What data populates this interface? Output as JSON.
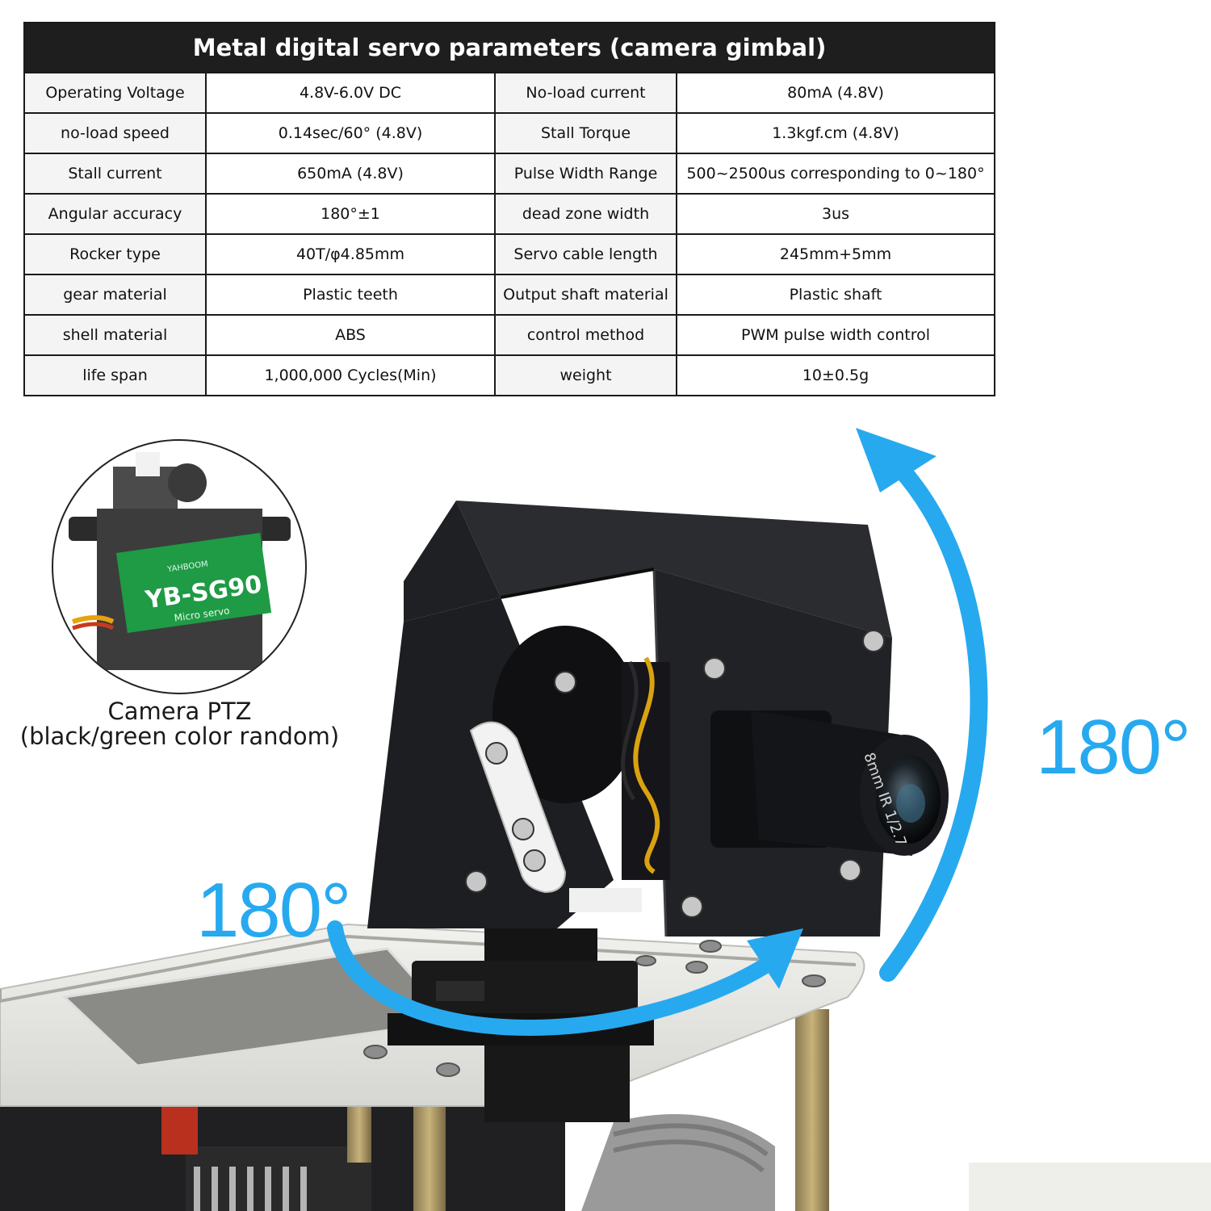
{
  "table": {
    "title": "Metal digital servo parameters (camera gimbal)",
    "rows": [
      [
        "Operating Voltage",
        "4.8V-6.0V DC",
        "No-load current",
        "80mA (4.8V)"
      ],
      [
        "no-load speed",
        "0.14sec/60° (4.8V)",
        "Stall Torque",
        "1.3kgf.cm (4.8V)"
      ],
      [
        "Stall current",
        "650mA (4.8V)",
        "Pulse Width Range",
        "500~2500us corresponding to 0~180°"
      ],
      [
        "Angular accuracy",
        "180°±1",
        "dead zone width",
        "3us"
      ],
      [
        "Rocker type",
        "40T/φ4.85mm",
        "Servo cable length",
        "245mm+5mm"
      ],
      [
        "gear material",
        "Plastic teeth",
        "Output shaft material",
        "Plastic shaft"
      ],
      [
        "shell material",
        "ABS",
        "control method",
        "PWM pulse width control"
      ],
      [
        "life span",
        "1,000,000 Cycles(Min)",
        "weight",
        "10±0.5g"
      ]
    ]
  },
  "servo": {
    "brand": "YAHBOOM",
    "model": "YB-SG90",
    "sub": "Micro servo"
  },
  "caption": {
    "line1": "Camera PTZ",
    "line2": "(black/green color random)"
  },
  "angles": {
    "vertical": "180°",
    "horizontal": "180°"
  },
  "lens_text": "8mm IR 1/2.7",
  "colors": {
    "arrow": "#27a9ef",
    "header_bg": "#1e1e1e",
    "bracket": "#1c1d20",
    "servo_label": "#1f9a45"
  }
}
